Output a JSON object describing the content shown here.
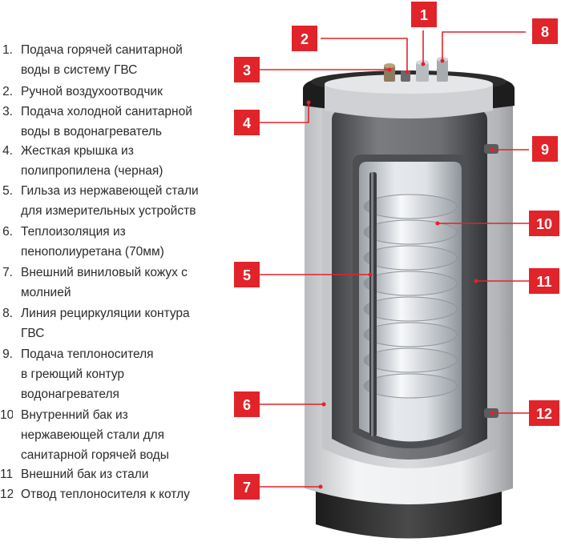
{
  "legend": [
    {
      "num": "1.",
      "lines": [
        "Подача горячей санитарной",
        "воды в систему ГВС"
      ]
    },
    {
      "num": "2.",
      "lines": [
        "Ручной воздухоотводчик"
      ]
    },
    {
      "num": "3.",
      "lines": [
        "Подача холодной санитарной",
        "воды в водонагреватель"
      ]
    },
    {
      "num": "4.",
      "lines": [
        "Жесткая крышка из",
        "полипропилена (черная)"
      ]
    },
    {
      "num": "5.",
      "lines": [
        "Гильза из нержавеющей стали",
        "для измерительных устройств"
      ]
    },
    {
      "num": "6.",
      "lines": [
        "Теплоизоляция из",
        "пенополиуретана (70мм)"
      ]
    },
    {
      "num": "7.",
      "lines": [
        "Внешний виниловый кожух с",
        "молнией"
      ]
    },
    {
      "num": "8.",
      "lines": [
        "Линия рециркуляции контура",
        "ГВС"
      ]
    },
    {
      "num": "9.",
      "lines": [
        "Подача теплоносителя",
        "в греющий контур",
        "водонагревателя"
      ]
    },
    {
      "num": "10.",
      "lines": [
        "Внутренний бак из",
        "нержавеющей стали для",
        "санитарной горячей воды"
      ]
    },
    {
      "num": "11.",
      "lines": [
        "Внешний бак из стали"
      ]
    },
    {
      "num": "12.",
      "lines": [
        "Отвод теплоносителя к котлу"
      ]
    }
  ],
  "callouts": [
    {
      "label": "1"
    },
    {
      "label": "2"
    },
    {
      "label": "3"
    },
    {
      "label": "4"
    },
    {
      "label": "5"
    },
    {
      "label": "6"
    },
    {
      "label": "7"
    },
    {
      "label": "8"
    },
    {
      "label": "9"
    },
    {
      "label": "10"
    },
    {
      "label": "11"
    },
    {
      "label": "12"
    }
  ],
  "colors": {
    "callout_red": "#e1232a",
    "leader_line": "#e1232a",
    "legend_text": "#2b2b2b",
    "lid_black": "#1d1d1d",
    "casing_light": "#e9eaec",
    "insulation": "#c8c9cc",
    "tank_dark": "#5b5d60",
    "inner_tank": "#cfd3d8",
    "base_dark": "#333333"
  }
}
